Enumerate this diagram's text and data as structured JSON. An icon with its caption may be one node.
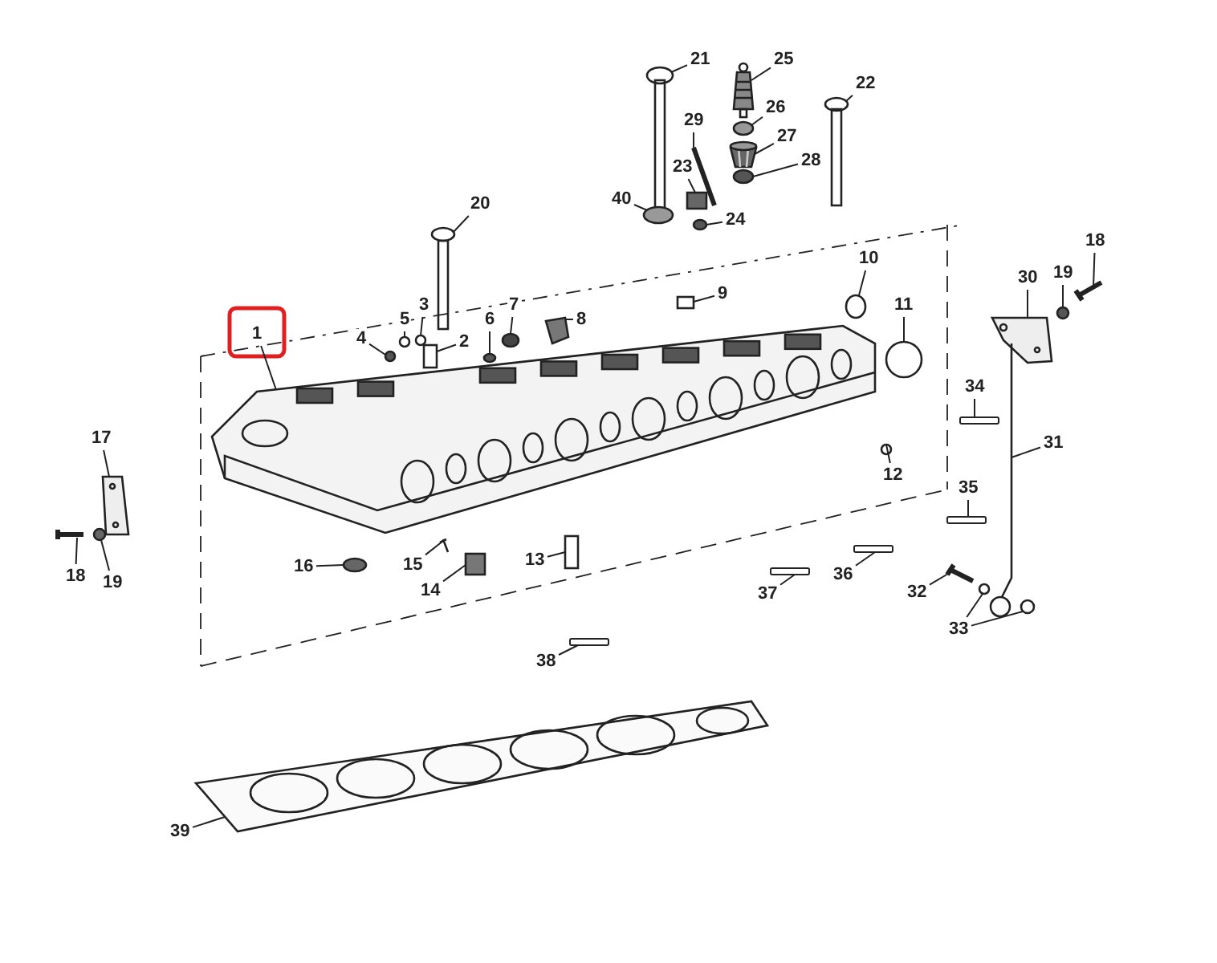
{
  "diagram": {
    "nodes": [
      {
        "text": [
          "1"
        ]
      },
      {
        "text": [
          "2"
        ]
      },
      {
        "text": [
          "3"
        ]
      },
      {
        "text": [
          "4"
        ]
      },
      {
        "text": [
          "5"
        ]
      },
      {
        "text": [
          "6"
        ]
      },
      {
        "text": [
          "7"
        ]
      },
      {
        "text": [
          "8"
        ]
      },
      {
        "text": [
          "9"
        ]
      },
      {
        "text": [
          "10"
        ]
      },
      {
        "text": [
          "11"
        ]
      },
      {
        "text": [
          "12"
        ]
      },
      {
        "text": [
          "13"
        ]
      },
      {
        "text": [
          "14"
        ]
      },
      {
        "text": [
          "15"
        ]
      },
      {
        "text": [
          "16"
        ]
      },
      {
        "text": [
          "17"
        ]
      },
      {
        "text": [
          "18"
        ]
      },
      {
        "text": [
          "19"
        ]
      },
      {
        "text": [
          "20"
        ]
      },
      {
        "text": [
          "21"
        ]
      },
      {
        "text": [
          "22"
        ]
      },
      {
        "text": [
          "23"
        ]
      },
      {
        "text": [
          "24"
        ]
      },
      {
        "text": [
          "25"
        ]
      },
      {
        "text": [
          "26"
        ]
      },
      {
        "text": [
          "27"
        ]
      },
      {
        "text": [
          "28"
        ]
      },
      {
        "text": [
          "29"
        ]
      },
      {
        "text": [
          "40"
        ]
      },
      {
        "text": [
          "30"
        ]
      },
      {
        "text": [
          "19"
        ]
      },
      {
        "text": [
          "18"
        ]
      },
      {
        "text": [
          "34"
        ]
      },
      {
        "text": [
          "31"
        ]
      },
      {
        "text": [
          "35"
        ]
      },
      {
        "text": [
          "36"
        ]
      },
      {
        "text": [
          "37"
        ]
      },
      {
        "text": [
          "32"
        ]
      },
      {
        "text": [
          "33"
        ]
      },
      {
        "text": [
          "38"
        ]
      },
      {
        "text": [
          "39"
        ]
      },
      {
        "text": [],
        "shape": "box"
      },
      {
        "text": [],
        "shape": "circle"
      },
      {
        "text": [],
        "shape": "circle"
      },
      {
        "text": [],
        "shape": "circle"
      },
      {
        "text": [],
        "shape": "circle"
      },
      {
        "text": [],
        "shape": "circle"
      },
      {
        "text": [],
        "shape": "picture"
      },
      {
        "text": [],
        "shape": "box"
      },
      {
        "text": [],
        "shape": "circle"
      },
      {
        "text": [],
        "shape": "circle"
      },
      {
        "text": [],
        "shape": "circle"
      },
      {
        "text": [],
        "shape": "box"
      },
      {
        "text": [],
        "shape": "box"
      },
      {
        "text": [],
        "shape": "picture"
      },
      {
        "text": [],
        "shape": "circle"
      },
      {
        "text": [],
        "shape": "picture"
      },
      {
        "text": [],
        "shape": "picture"
      },
      {
        "text": [],
        "shape": "circle"
      },
      {
        "text": [],
        "shape": "picture"
      },
      {
        "text": [],
        "shape": "picture"
      },
      {
        "text": [],
        "shape": "picture"
      },
      {
        "text": [],
        "shape": "box"
      },
      {
        "text": [],
        "shape": "circle"
      },
      {
        "text": [],
        "shape": "picture"
      },
      {
        "text": [],
        "shape": "circle"
      },
      {
        "text": [],
        "shape": "picture"
      },
      {
        "text": [],
        "shape": "circle"
      },
      {
        "text": [],
        "shape": "picture"
      },
      {
        "text": [],
        "shape": "circle"
      },
      {
        "text": [],
        "shape": "picture"
      },
      {
        "text": [],
        "shape": "circle"
      },
      {
        "text": [],
        "shape": "picture"
      },
      {
        "text": [],
        "shape": "bar"
      },
      {
        "text": [],
        "shape": "picture"
      },
      {
        "text": [],
        "shape": "bar"
      },
      {
        "text": [],
        "shape": "bar"
      },
      {
        "text": [],
        "shape": "bar"
      },
      {
        "text": [],
        "shape": "picture"
      },
      {
        "text": [],
        "shape": "circle"
      },
      {
        "text": [],
        "shape": "circle"
      },
      {
        "text": [],
        "shape": "bar"
      },
      {
        "text": [],
        "shape": "picture"
      },
      {
        "text": [],
        "shape": "picture"
      }
    ],
    "edges": [
      {
        "from": 1,
        "to": 42,
        "arrow": "none"
      },
      {
        "from": 2,
        "to": 43,
        "arrow": "none"
      },
      {
        "from": 3,
        "to": 44,
        "arrow": "none"
      },
      {
        "from": 4,
        "to": 45,
        "arrow": "none"
      },
      {
        "from": 5,
        "to": 46,
        "arrow": "none"
      },
      {
        "from": 6,
        "to": 47,
        "arrow": "none"
      },
      {
        "from": 7,
        "to": 48,
        "arrow": "none"
      },
      {
        "from": 8,
        "to": 49,
        "arrow": "none"
      },
      {
        "from": 9,
        "to": 50,
        "arrow": "none"
      },
      {
        "from": 10,
        "to": 51,
        "arrow": "none"
      },
      {
        "from": 11,
        "to": 52,
        "arrow": "none"
      },
      {
        "from": 12,
        "to": 53,
        "arrow": "none"
      },
      {
        "from": 13,
        "to": 54,
        "arrow": "none"
      },
      {
        "from": 14,
        "to": 55,
        "arrow": "none"
      },
      {
        "from": 15,
        "to": 56,
        "arrow": "none"
      },
      {
        "from": 16,
        "to": 57,
        "arrow": "none"
      },
      {
        "from": 17,
        "to": 58,
        "arrow": "none"
      },
      {
        "from": 18,
        "to": 59,
        "arrow": "none"
      },
      {
        "from": 19,
        "to": 60,
        "arrow": "none"
      },
      {
        "from": 20,
        "to": 61,
        "arrow": "none"
      },
      {
        "from": 21,
        "to": 62,
        "arrow": "none"
      },
      {
        "from": 22,
        "to": 63,
        "arrow": "none"
      },
      {
        "from": 23,
        "to": 64,
        "arrow": "none"
      },
      {
        "from": 24,
        "to": 65,
        "arrow": "none"
      },
      {
        "from": 25,
        "to": 66,
        "arrow": "none"
      },
      {
        "from": 26,
        "to": 67,
        "arrow": "none"
      },
      {
        "from": 27,
        "to": 68,
        "arrow": "none"
      },
      {
        "from": 28,
        "to": 69,
        "arrow": "none"
      },
      {
        "from": 29,
        "to": 70,
        "arrow": "none"
      },
      {
        "from": 30,
        "to": 71,
        "arrow": "none"
      },
      {
        "from": 31,
        "to": 72,
        "arrow": "none"
      },
      {
        "from": 32,
        "to": 73,
        "arrow": "none"
      },
      {
        "from": 33,
        "to": 74,
        "arrow": "none"
      },
      {
        "from": 34,
        "to": 75,
        "arrow": "none"
      },
      {
        "from": 35,
        "to": 76,
        "arrow": "none"
      },
      {
        "from": 36,
        "to": 77,
        "arrow": "none"
      },
      {
        "from": 37,
        "to": 78,
        "arrow": "none"
      },
      {
        "from": 38,
        "to": 79,
        "arrow": "none"
      },
      {
        "from": 39,
        "to": 80,
        "arrow": "none"
      },
      {
        "from": 39,
        "to": 81,
        "arrow": "none"
      },
      {
        "from": 40,
        "to": 82,
        "arrow": "none"
      },
      {
        "from": 41,
        "to": 83,
        "arrow": "none"
      },
      {
        "from": 0,
        "to": 84,
        "arrow": "none"
      }
    ]
  }
}
